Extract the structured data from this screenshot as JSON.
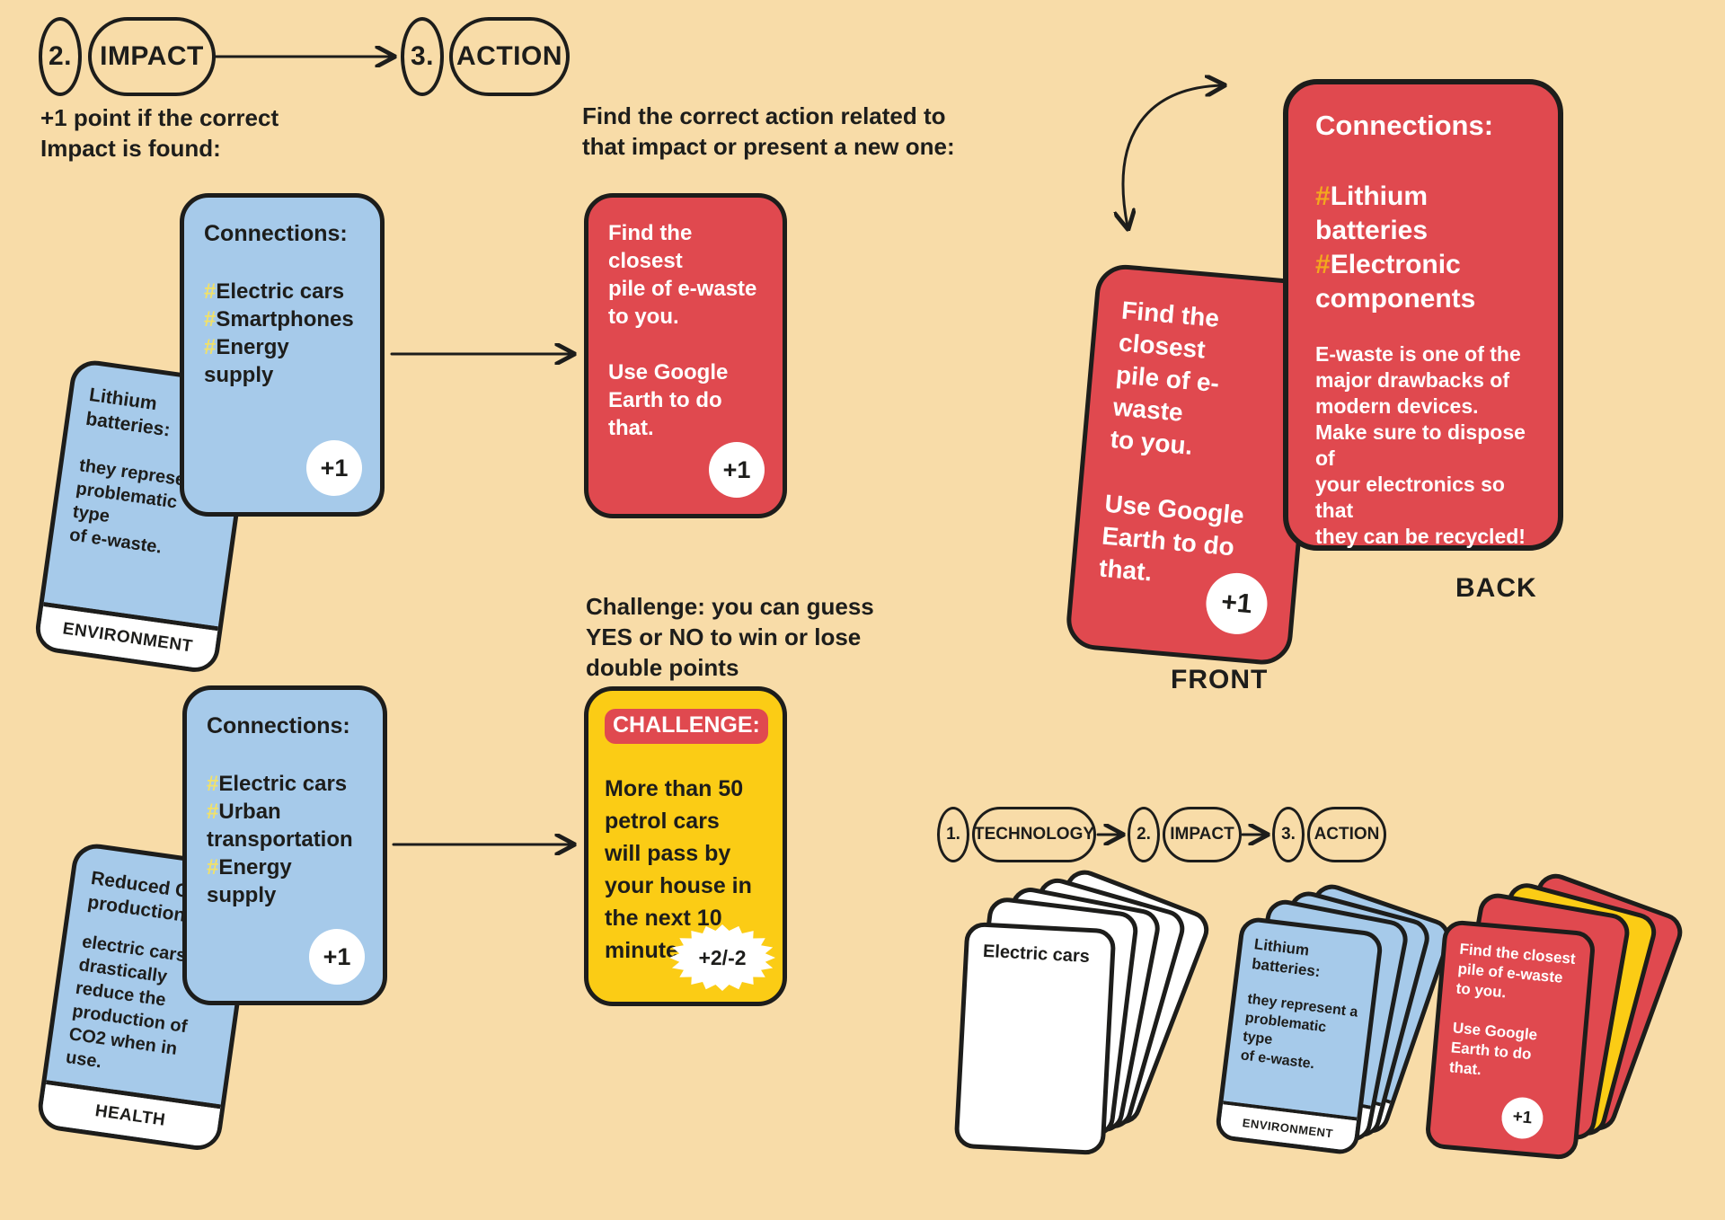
{
  "page": {
    "bg": "#F8DCA8",
    "ink": "#1D1D1B",
    "blue": "#A6CAEA",
    "red": "#E0494F",
    "yellow": "#FBCC15"
  },
  "symbols": {
    "hash": "#"
  },
  "flow_top": {
    "step2_num": "2.",
    "step2_label": "IMPACT",
    "step3_num": "3.",
    "step3_label": "ACTION",
    "impact_caption": "+1 point if the correct\nImpact is found:",
    "action_caption": "Find the correct action related to\nthat impact or present a new one:"
  },
  "impact_demo": {
    "tech_card": {
      "title": "Lithium\nbatteries:",
      "body": "they represent a\nproblematic type\nof e-waste.",
      "category": "ENVIRONMENT"
    },
    "connections_card": {
      "title": "Connections:",
      "tags": [
        "Electric cars",
        "Smartphones",
        "Energy supply"
      ],
      "points": "+1"
    }
  },
  "action_demo": {
    "card": {
      "para1": "Find the closest\npile of e-waste\nto you.",
      "para2": "Use Google\nEarth to do that.",
      "points": "+1"
    }
  },
  "flip_demo": {
    "front_card": {
      "para1": "Find the closest\npile of e-waste\nto you.",
      "para2": "Use Google\nEarth to do that.",
      "points": "+1"
    },
    "front_label": "FRONT",
    "back_card": {
      "title": "Connections:",
      "tags": [
        "Lithium batteries",
        "Electronic components"
      ],
      "body": "E-waste is one of the\nmajor drawbacks of\nmodern devices.\nMake sure to dispose of\nyour electronics so that\nthey can be recycled!"
    },
    "back_label": "BACK"
  },
  "challenge_demo": {
    "caption": "Challenge: you can guess\nYES or NO to win or lose\ndouble points",
    "card": {
      "badge": "CHALLENGE:",
      "body": "More than 50\npetrol cars\nwill pass by\nyour house in\nthe next 10\nminutes.",
      "points": "+2/-2"
    }
  },
  "impact_demo_2": {
    "tech_card": {
      "title": "Reduced CO2\nproduction:",
      "body": "electric cars\ndrastically\nreduce the\nproduction of\nCO2 when in\nuse.",
      "category": "HEALTH"
    },
    "connections_card": {
      "title": "Connections:",
      "tags": [
        "Electric cars",
        "Urban transportation",
        "Energy supply"
      ],
      "points": "+1"
    }
  },
  "flow_bottom": {
    "step1_num": "1.",
    "step1_label": "TECHNOLOGY",
    "step2_num": "2.",
    "step2_label": "IMPACT",
    "step3_num": "3.",
    "step3_label": "ACTION"
  },
  "stacks": {
    "technology": {
      "top_card": "Electric cars"
    },
    "impact": {
      "title": "Lithium\nbatteries:",
      "body": "they represent a\nproblematic type\nof e-waste.",
      "category": "ENVIRONMENT"
    },
    "action": {
      "para1": "Find the closest\npile of e-waste\nto you.",
      "para2": "Use Google\nEarth to do that.",
      "points": "+1"
    }
  }
}
